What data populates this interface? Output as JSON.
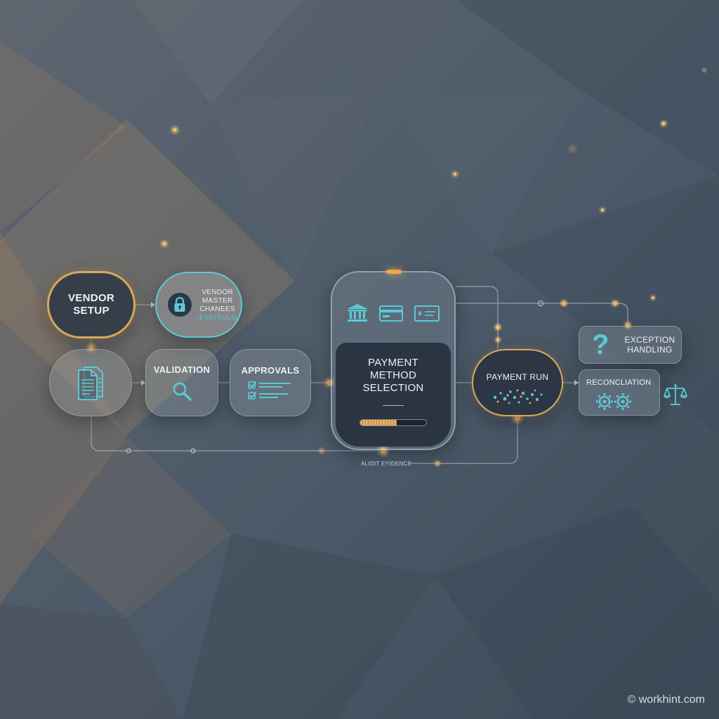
{
  "colors": {
    "accent_gold": "#e9a94c",
    "accent_teal": "#5ec9d6",
    "background": "#4a5563",
    "node_dark": "#2a3442"
  },
  "nodes": {
    "vendor_setup": {
      "label": "VENDOR SETUP",
      "icon": "none"
    },
    "vendor_master": {
      "line1": "VENDOR",
      "line2": "MASTER",
      "line3": "CHANEES",
      "subtext": "(ESNTROLS)",
      "icon": "lock-icon"
    },
    "documents": {
      "icon": "documents-icon"
    },
    "validation": {
      "label": "VALIDATION",
      "icon": "magnifier-icon"
    },
    "approvals": {
      "label": "APPROVALS",
      "icon": "checklist-icon"
    },
    "payment_method": {
      "label": "PAYMENT METHOD SELECTION",
      "icons": [
        "bank-icon",
        "credit-card-icon",
        "check-icon"
      ],
      "progress": 0.55
    },
    "payment_run": {
      "label": "PAYMENT RUN",
      "icon": "network-dots-icon"
    },
    "exception_handling": {
      "label_line1": "EXCEPTION",
      "label_line2": "HANDLING",
      "icon": "question-icon"
    },
    "reconciliation": {
      "label": "RECONCLIATION",
      "icons": [
        "gears-icon",
        "scale-icon"
      ]
    }
  },
  "audit_evidence": {
    "label": "ALIDIT EYIDENCE"
  },
  "watermark": {
    "text": "© workhint.com"
  }
}
